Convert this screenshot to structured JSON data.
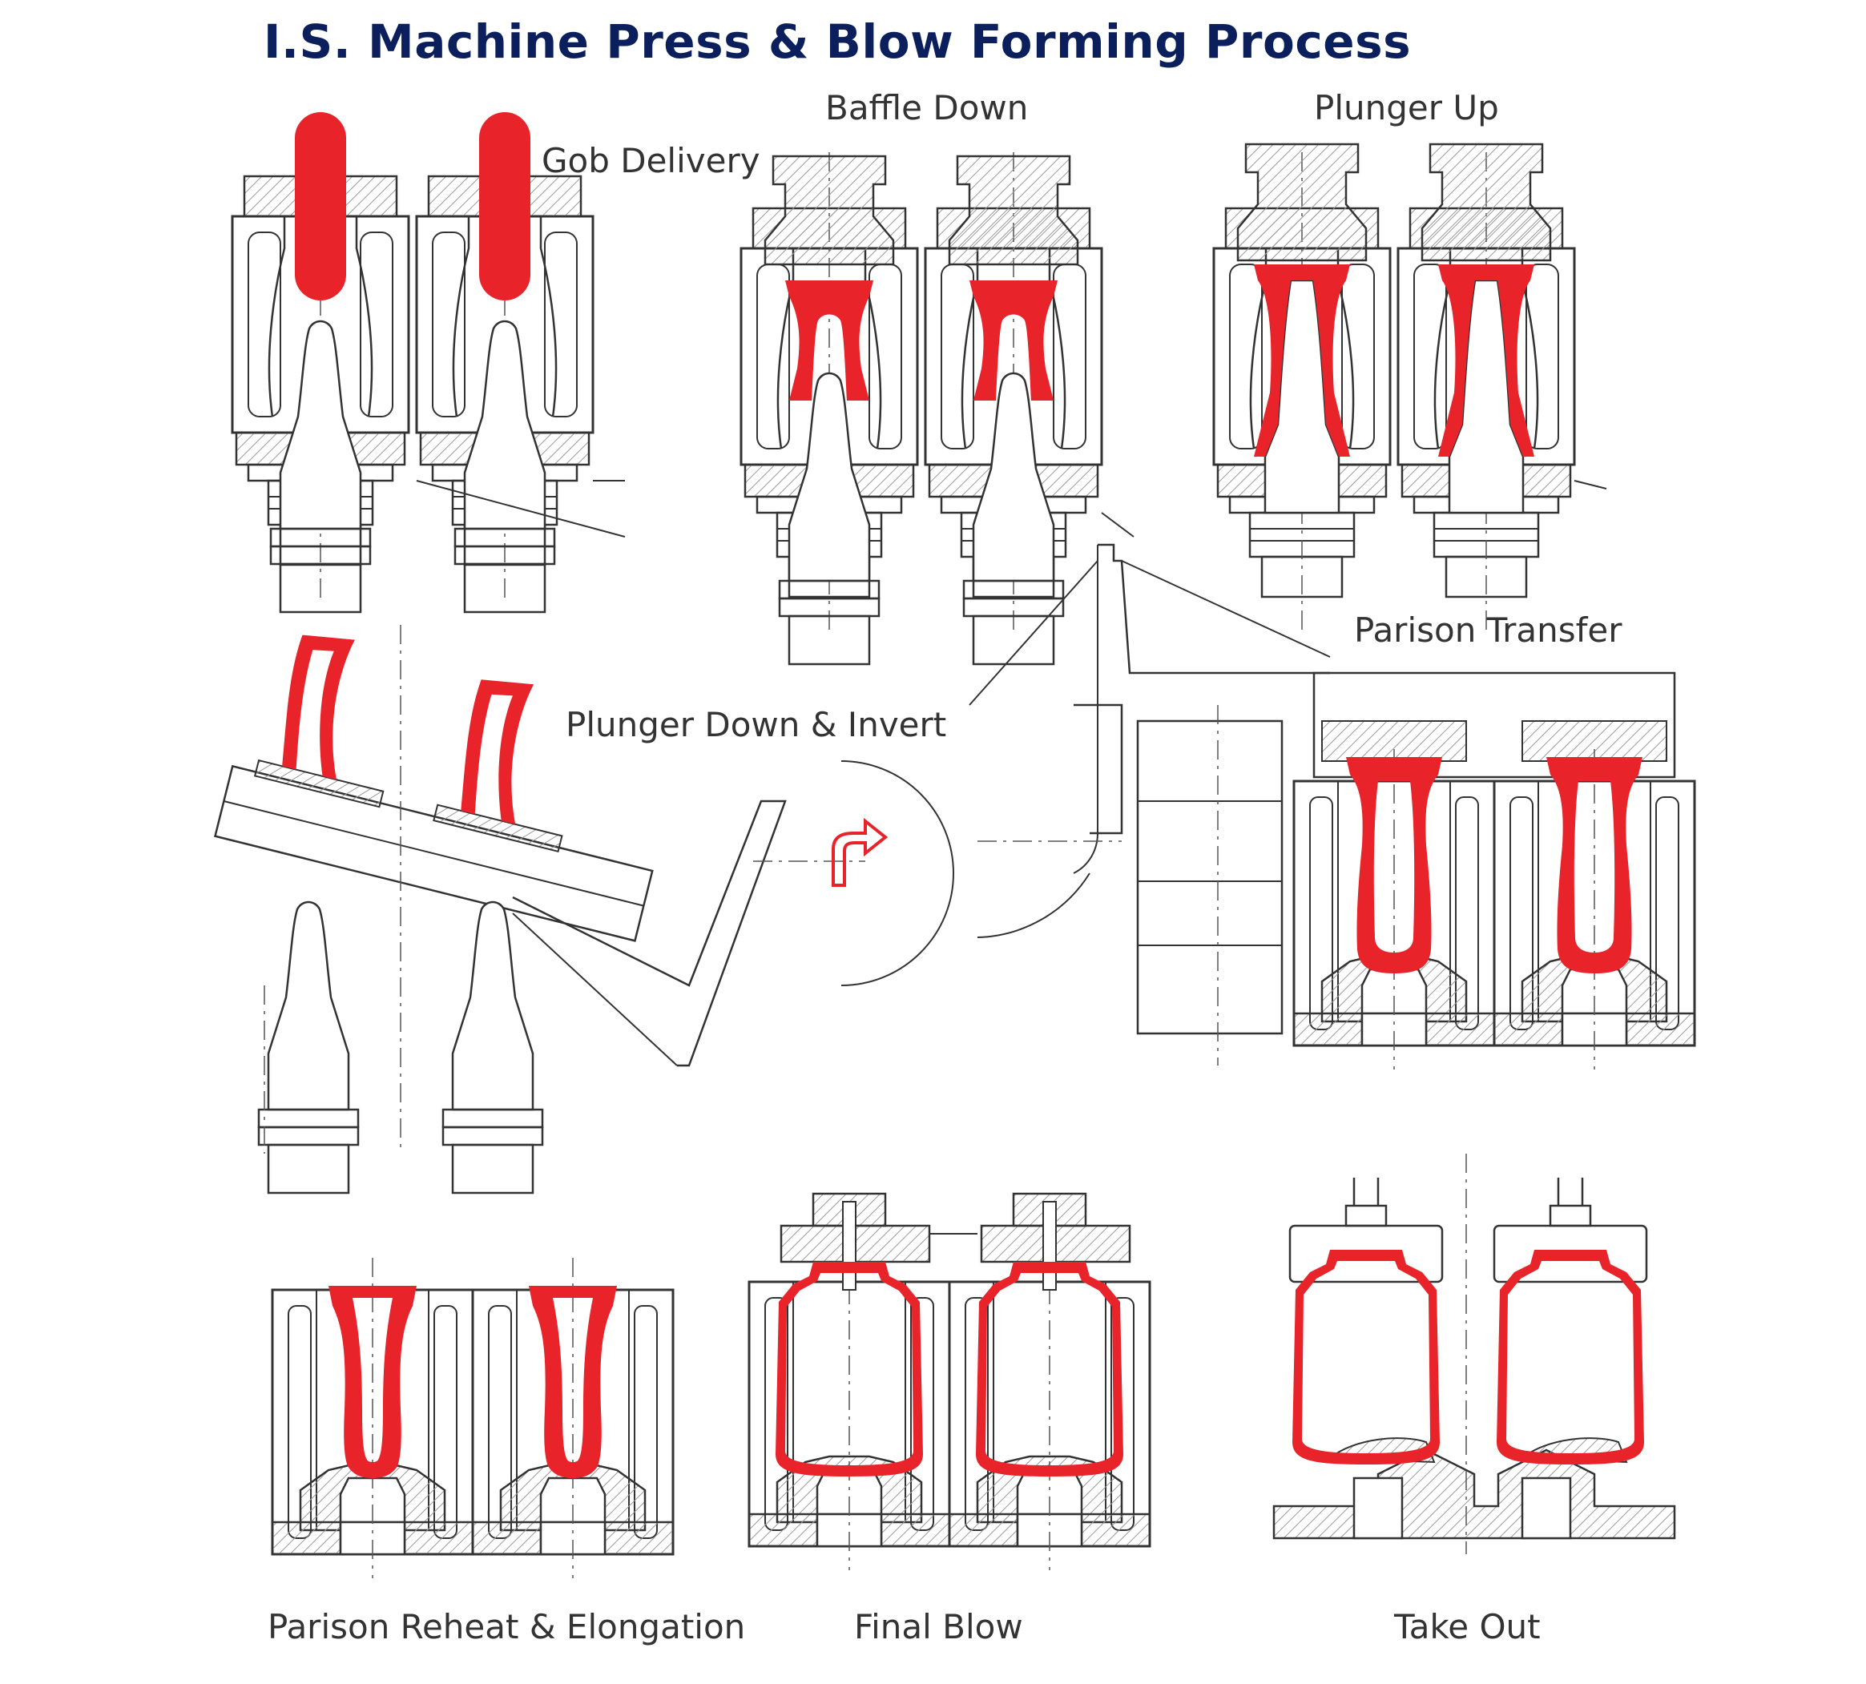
{
  "title": "I.S. Machine Press & Blow Forming Process",
  "steps": {
    "gob_delivery": "Gob Delivery",
    "baffle_down": "Baffle Down",
    "plunger_up": "Plunger Up",
    "plunger_down_invert": "Plunger Down & Invert",
    "parison_transfer": "Parison Transfer",
    "parison_reheat": "Parison Reheat & Elongation",
    "final_blow": "Final Blow",
    "take_out": "Take Out"
  },
  "colors": {
    "glass": "#e8242a",
    "ink": "#333333",
    "title": "#0b1f5c",
    "hatch": "#9a9a9a"
  }
}
